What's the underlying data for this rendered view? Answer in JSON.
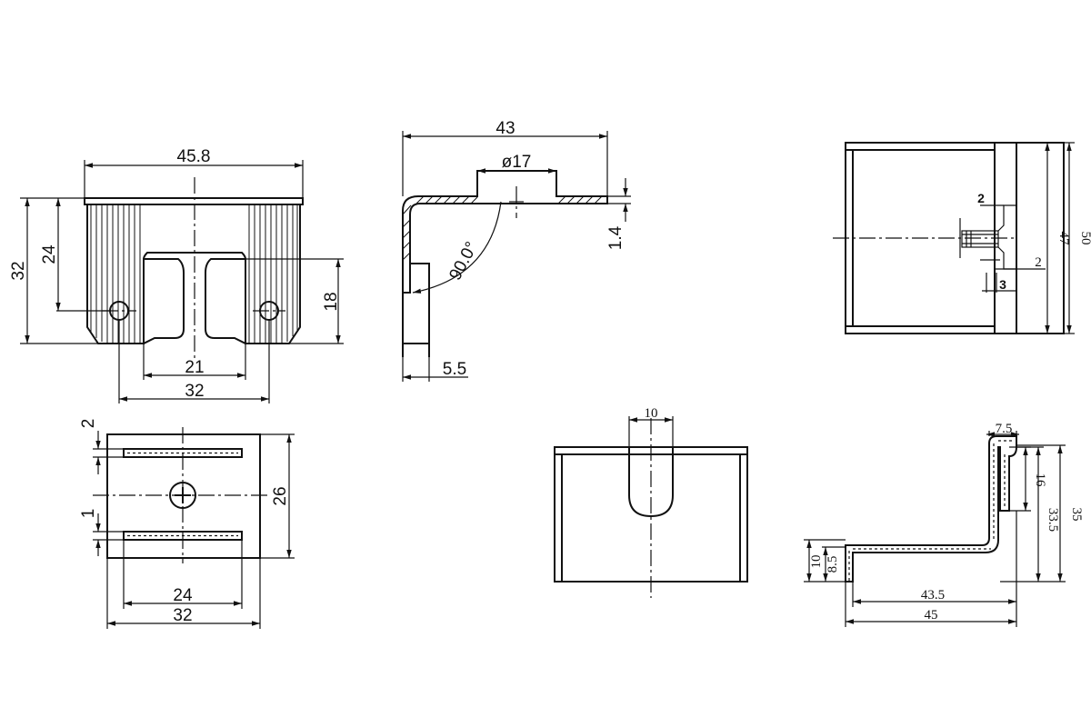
{
  "views": {
    "front": {
      "overall_width": "45.8",
      "height": "32",
      "hole_height": "24",
      "notch_depth": "18",
      "notch_width": "21",
      "hole_spacing": "32"
    },
    "side": {
      "length": "43",
      "hole_diameter": "ø17",
      "thickness": "1.4",
      "angle": "90.0°",
      "leg": "5.5"
    },
    "right": {
      "dim_2a": "2",
      "dim_2b": "2",
      "dim_3": "3",
      "height_47": "47",
      "height_50": "50"
    },
    "top": {
      "dim_2": "2",
      "dim_1": "1",
      "slot_length": "24",
      "width": "32",
      "depth": "26"
    },
    "slot_view": {
      "slot_width": "10"
    },
    "profile": {
      "top_flange": "7.5",
      "inner_height": "16",
      "height_33_5": "33.5",
      "height_35": "35",
      "base_10": "10",
      "base_8_5": "8.5",
      "length_43_5": "43.5",
      "length_45": "45"
    }
  }
}
